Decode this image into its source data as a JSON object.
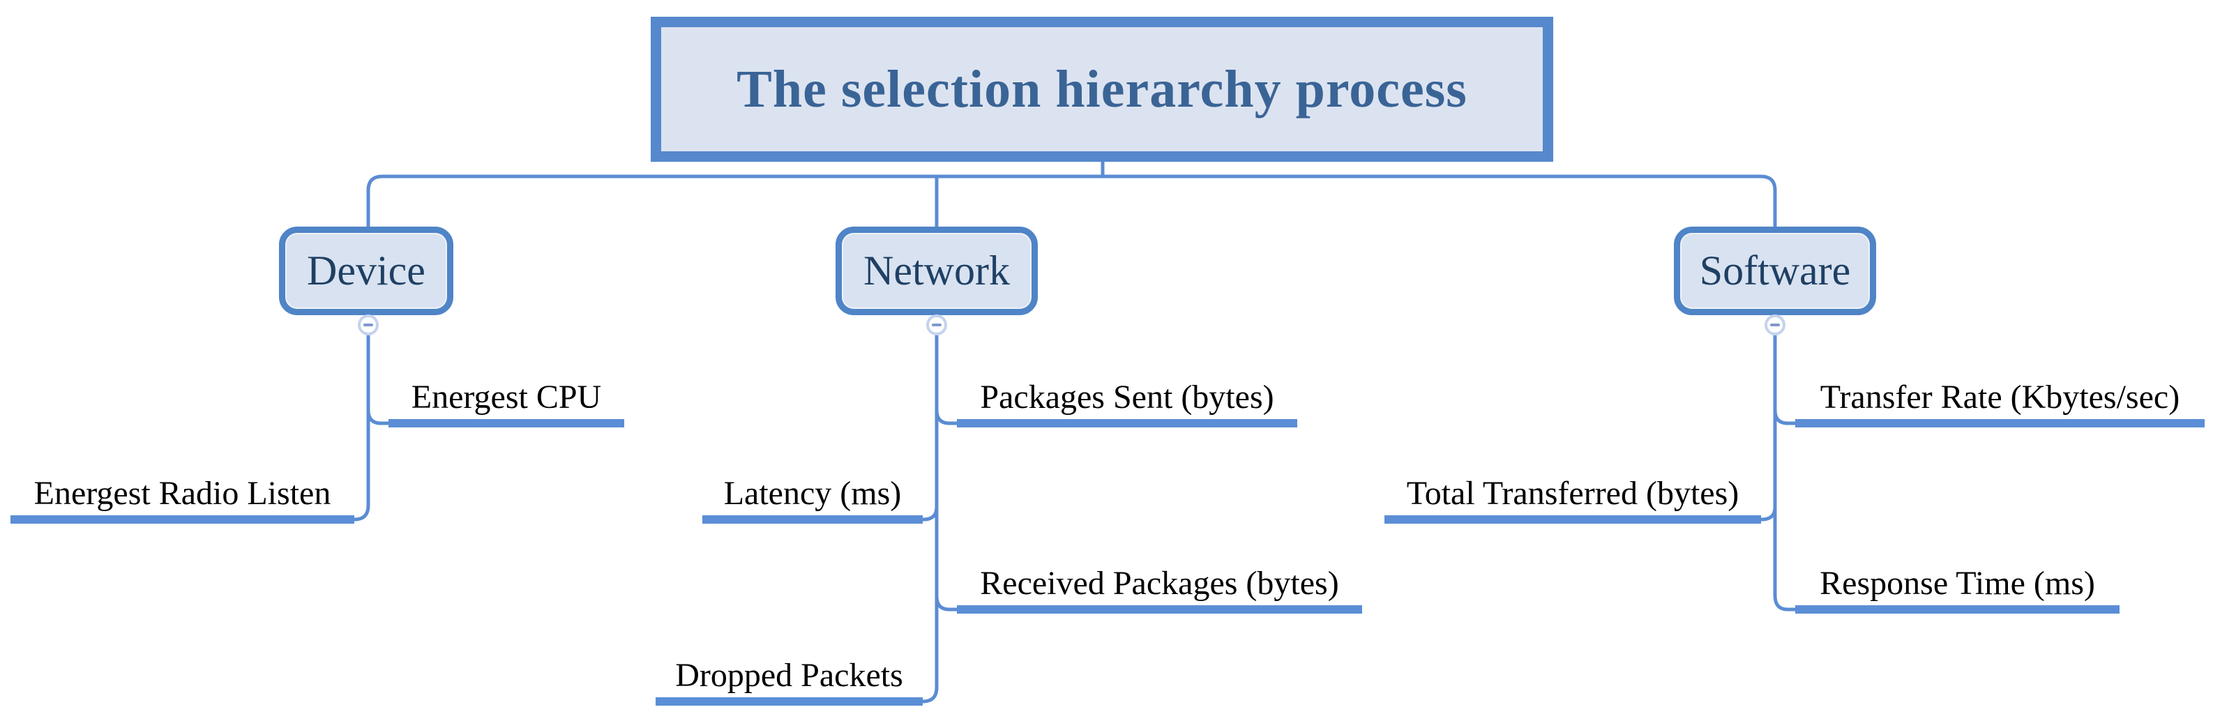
{
  "title": "The selection hierarchy process",
  "branches": [
    {
      "label": "Device",
      "children": [
        "Energest CPU",
        "Energest Radio Listen"
      ]
    },
    {
      "label": "Network",
      "children": [
        "Packages Sent (bytes)",
        "Latency (ms)",
        "Received Packages (bytes)",
        "Dropped Packets"
      ]
    },
    {
      "label": "Software",
      "children": [
        "Transfer Rate (Kbytes/sec)",
        "Total Transferred (bytes)",
        "Response Time (ms)"
      ]
    }
  ],
  "icons": {
    "collapse_toggle": "minus"
  },
  "colors": {
    "line_blue": "#5b8cd3",
    "bar_blue": "#5b8ed6",
    "node_border_blue": "#4f84c7",
    "node_fill": "#d9e2f0",
    "title_fill": "#dce3f0",
    "title_border": "#5688cd",
    "title_text": "#3a6496",
    "node_text": "#1f4064",
    "leaf_text": "#000000",
    "toggle_ring": "#c5d3ee",
    "toggle_dash": "#8098cc"
  }
}
